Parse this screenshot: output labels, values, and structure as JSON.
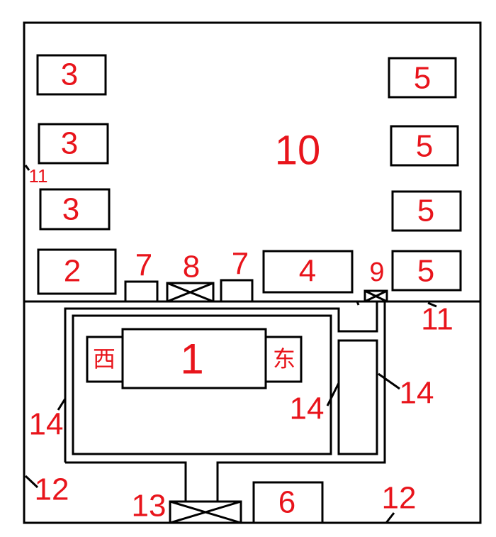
{
  "colors": {
    "label": "#e8141b",
    "line": "#000000"
  },
  "labels": {
    "area_10": "10",
    "box_3": "3",
    "box_5": "5",
    "box_2": "2",
    "box_4": "4",
    "box_6": "6",
    "box_7": "7",
    "valve_8": "8",
    "valve_9": "9",
    "valve_13": "13",
    "unit_1": "1",
    "west": "西",
    "east": "东",
    "wall_11": "11",
    "wall_12": "12",
    "pipe_14": "14"
  }
}
